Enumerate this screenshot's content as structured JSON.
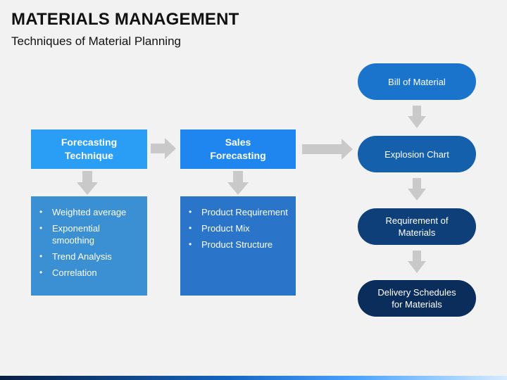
{
  "header": {
    "title": "MATERIALS MANAGEMENT",
    "subtitle": "Techniques of Material Planning"
  },
  "flow": {
    "forecasting_technique": {
      "label": "Forecasting\nTechnique",
      "color": "#2a9df4",
      "items": [
        "Weighted average",
        "Exponential\nsmoothing",
        "Trend Analysis",
        "Correlation"
      ],
      "list_color": "#3b8fd3"
    },
    "sales_forecasting": {
      "label": "Sales\nForecasting",
      "color": "#1f86f0",
      "items": [
        "Product Requirement",
        "Product Mix",
        "Product Structure"
      ],
      "list_color": "#2a74c9"
    },
    "chain": [
      {
        "label": "Bill of Material",
        "color": "#1a74cc"
      },
      {
        "label": "Explosion Chart",
        "color": "#1560ad"
      },
      {
        "label": "Requirement of\nMaterials",
        "color": "#0e3f79"
      },
      {
        "label": "Delivery Schedules\nfor Materials",
        "color": "#0b2d5c"
      }
    ],
    "arrow_color": "#c9c9c9"
  }
}
